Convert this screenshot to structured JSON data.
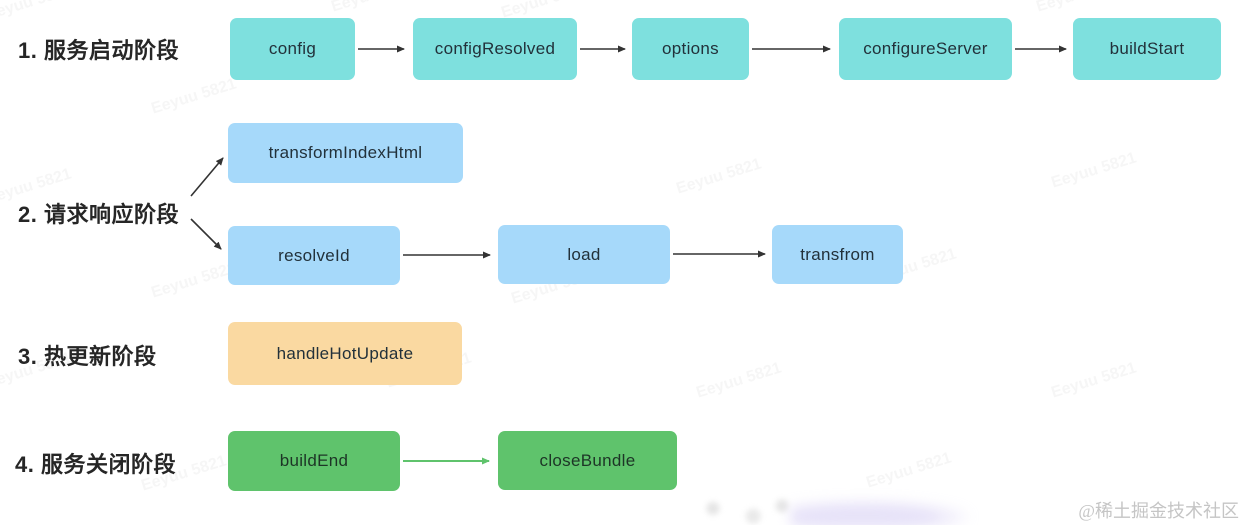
{
  "page": {
    "background": "#ffffff"
  },
  "watermark": {
    "text": "Eeyuu 5821",
    "credit": "@稀土掘金技术社区"
  },
  "colors": {
    "startup_box": "#7EE0DE",
    "request_box": "#A6D9FA",
    "hot_update_box": "#FAD9A1",
    "close_box": "#5FC36C",
    "arrow": "#333333",
    "green_arrow": "#5FC36C",
    "label_text": "#262626",
    "node_text": "#22313a"
  },
  "diagram": {
    "phases": [
      {
        "label": "1. 服务启动阶段",
        "color": "#7EE0DE",
        "nodes": [
          "config",
          "configResolved",
          "options",
          "configureServer",
          "buildStart"
        ]
      },
      {
        "label": "2. 请求响应阶段",
        "color": "#A6D9FA",
        "nodes": [
          "transformIndexHtml",
          "resolveId",
          "load",
          "transfrom"
        ]
      },
      {
        "label": "3. 热更新阶段",
        "color": "#FAD9A1",
        "nodes": [
          "handleHotUpdate"
        ]
      },
      {
        "label": "4. 服务关闭阶段",
        "color": "#5FC36C",
        "nodes": [
          "buildEnd",
          "closeBundle"
        ]
      }
    ]
  }
}
